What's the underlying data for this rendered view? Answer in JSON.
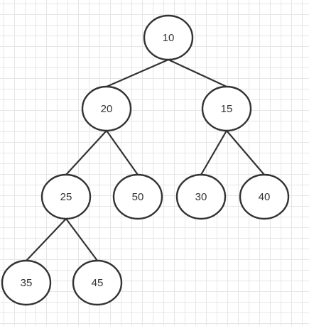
{
  "diagram": {
    "type": "binary-tree",
    "colors": {
      "node_fill": "#ffffff",
      "node_stroke": "#333333",
      "edge_stroke": "#333333",
      "label": "#333333",
      "grid": "#e6e6e6"
    },
    "nodes": [
      {
        "id": "n10",
        "label": "10"
      },
      {
        "id": "n20",
        "label": "20"
      },
      {
        "id": "n15",
        "label": "15"
      },
      {
        "id": "n25",
        "label": "25"
      },
      {
        "id": "n50",
        "label": "50"
      },
      {
        "id": "n30",
        "label": "30"
      },
      {
        "id": "n40",
        "label": "40"
      },
      {
        "id": "n35",
        "label": "35"
      },
      {
        "id": "n45",
        "label": "45"
      }
    ],
    "edges": [
      {
        "from": "n10",
        "to": "n20"
      },
      {
        "from": "n10",
        "to": "n15"
      },
      {
        "from": "n20",
        "to": "n25"
      },
      {
        "from": "n20",
        "to": "n50"
      },
      {
        "from": "n15",
        "to": "n30"
      },
      {
        "from": "n15",
        "to": "n40"
      },
      {
        "from": "n25",
        "to": "n35"
      },
      {
        "from": "n25",
        "to": "n45"
      }
    ]
  }
}
